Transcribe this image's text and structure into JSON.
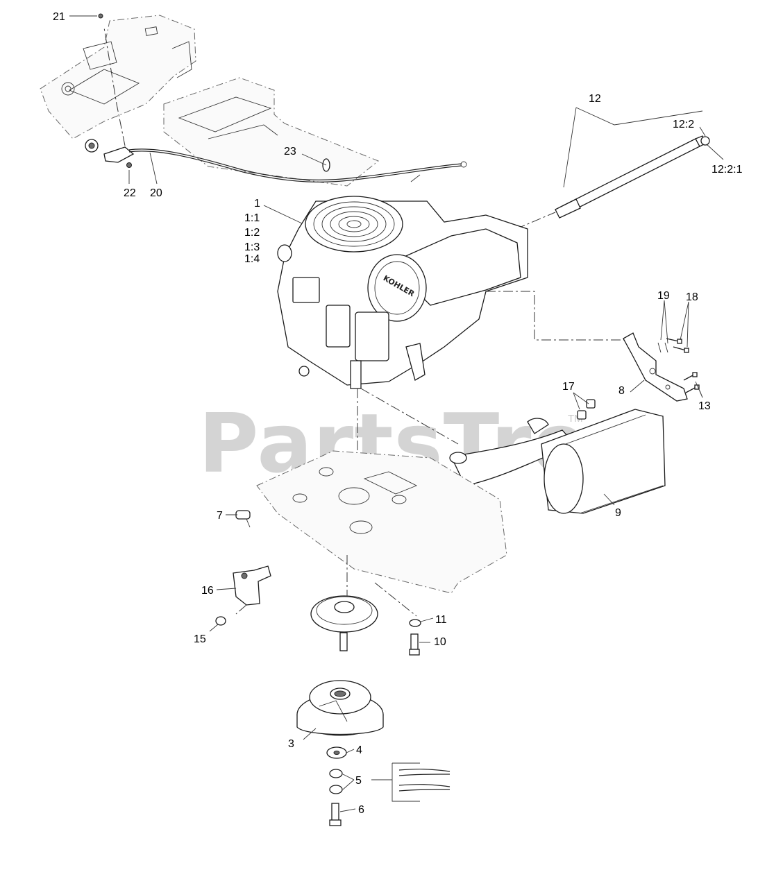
{
  "diagram": {
    "watermark": {
      "text": "PartsTree",
      "trademark": "TM"
    },
    "engine_brand_mark": "KOHLER",
    "callouts": [
      "21",
      "22",
      "20",
      "23",
      "12",
      "12:2",
      "12:2:1",
      "1",
      "1:1",
      "1:2",
      "1:3",
      "1:4",
      "19",
      "18",
      "8",
      "13",
      "17",
      "9",
      "7",
      "16",
      "15",
      "11",
      "10",
      "3",
      "4",
      "5",
      "6"
    ]
  }
}
